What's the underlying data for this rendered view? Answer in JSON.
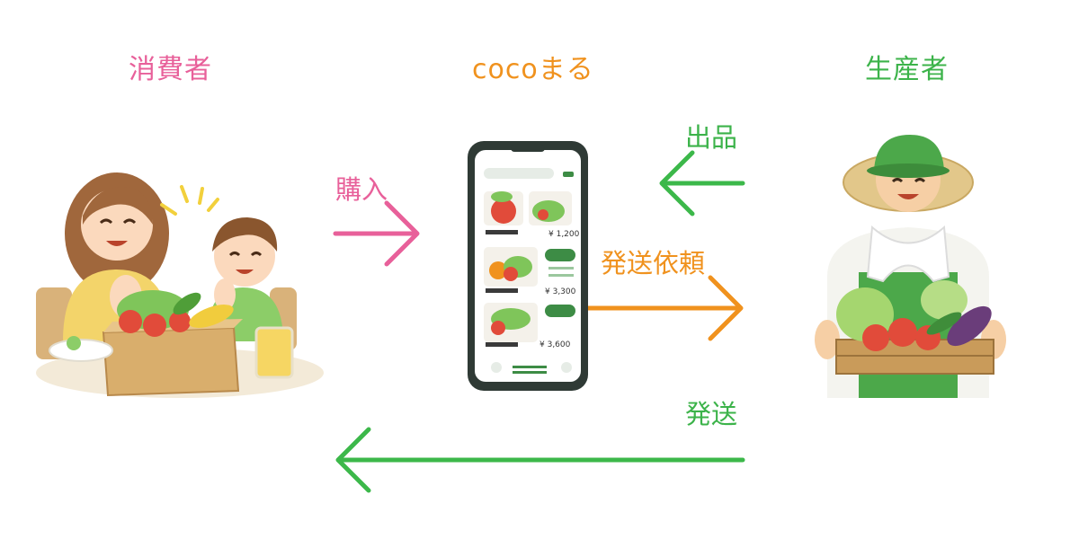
{
  "nodes": {
    "consumer": "消費者",
    "platform": "cocoまる",
    "producer": "生産者"
  },
  "edges": {
    "purchase": "購入",
    "listing": "出品",
    "shipping_request": "発送依頼",
    "shipping": "発送"
  },
  "phone": {
    "prices": [
      "¥ 1,200",
      "¥ 3,300",
      "¥ 3,600"
    ]
  },
  "colors": {
    "consumer": "#e8609a",
    "platform": "#f0921e",
    "producer": "#3cb34a",
    "arrow_green": "#3cb84a",
    "arrow_pink": "#e8609a",
    "arrow_orange": "#f0921e"
  },
  "icons": {
    "consumer_illustration": "family-with-vegetable-box",
    "platform_illustration": "smartphone-shopping-app",
    "producer_illustration": "farmer-holding-vegetable-crate"
  }
}
